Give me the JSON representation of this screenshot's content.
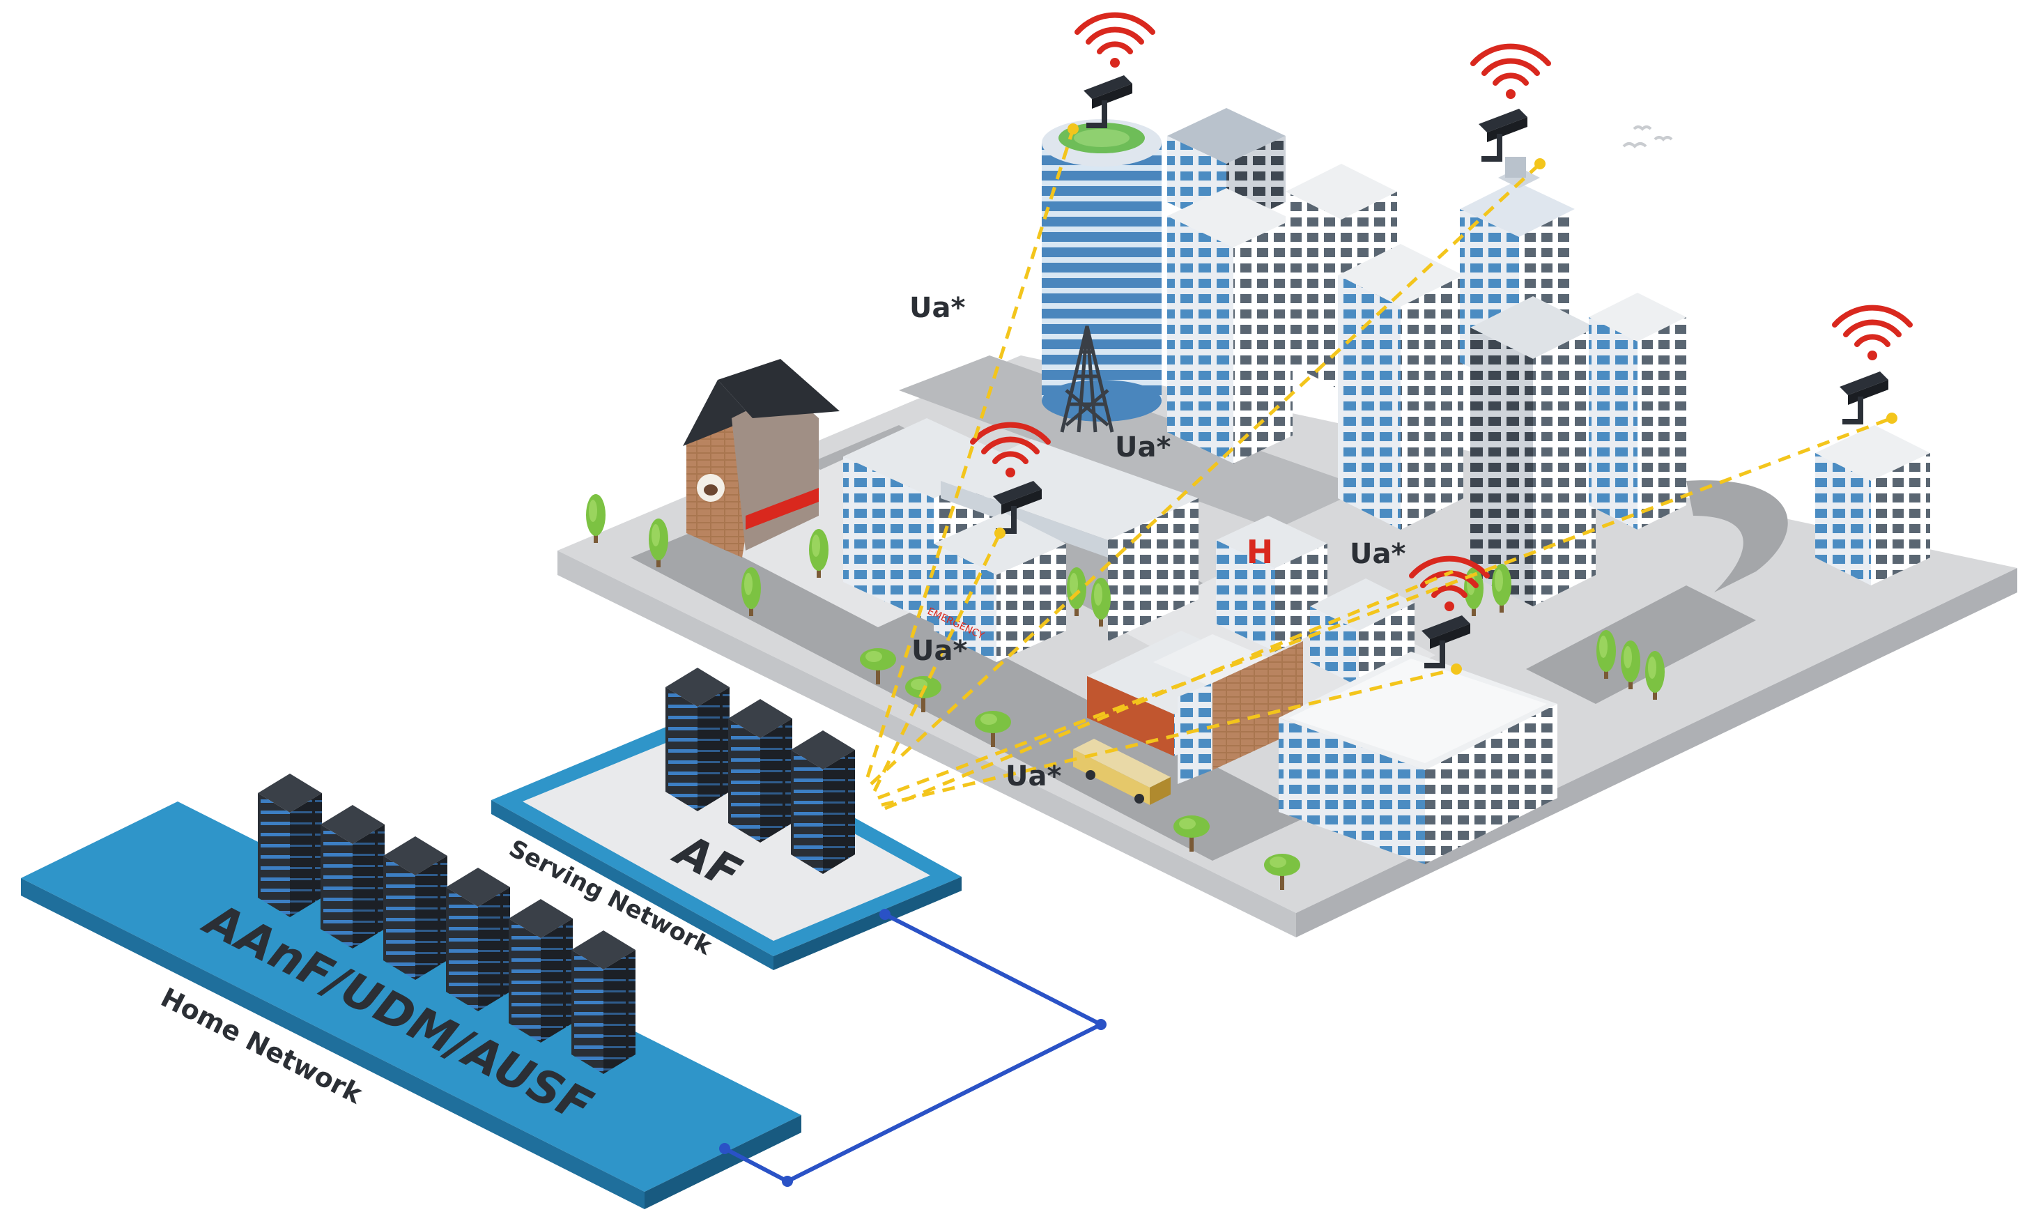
{
  "labels": {
    "ua_links": [
      "Ua*",
      "Ua*",
      "Ua*",
      "Ua*",
      "Ua*"
    ],
    "af": "AF",
    "serving_network": "Serving Network",
    "home_functions": "AAnF/UDM/AUSF",
    "home_network": "Home Network",
    "hospital_sign": "H",
    "emergency_sign": "EMERGENCY"
  },
  "colors": {
    "platform_blue": "#2f95c9",
    "platform_top": "#e9eaec",
    "link_blue": "#2a52c6",
    "ua_link": "#f3c51c",
    "wifi_red": "#d9281e",
    "server_dark": "#23272d",
    "server_light_stripes": "#5f9dd4",
    "ground": "#d7d8da",
    "road": "#a4a6a9",
    "building_glass": "#4e8fc4"
  },
  "icons": {
    "wifi": "wifi-signal-icon",
    "camera": "security-camera-icon",
    "server": "server-rack-icon",
    "tree": "tree-icon",
    "tower": "radio-tower-icon",
    "bus": "bus-icon"
  }
}
